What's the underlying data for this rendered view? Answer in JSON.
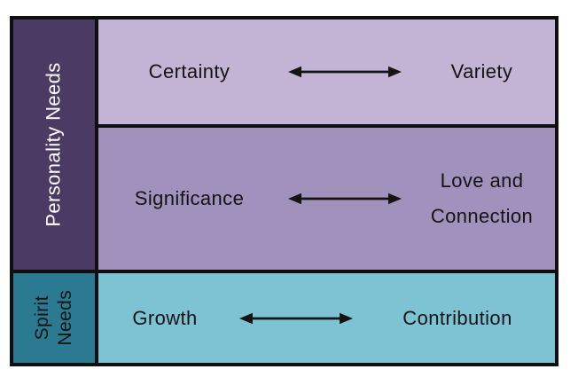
{
  "title": "Personality and Spirit Needs diagram",
  "sidebar": {
    "personality_label": "Personality Needs",
    "spirit_lines": [
      "Spirit",
      "Needs"
    ]
  },
  "rows": [
    {
      "left": "Certainty",
      "right": "Variety"
    },
    {
      "left": "Significance",
      "right_line1": "Love and",
      "right_line2": "Connection"
    },
    {
      "left": "Growth",
      "right": "Contribution"
    }
  ],
  "icons": {
    "arrow": "double-arrow-icon"
  },
  "palette": {
    "border": "#0f0f0f",
    "personality_sidebar": "#4a3a64",
    "spirit_sidebar": "#2c7a92",
    "row_certainty": "#c3b4d5",
    "row_significance": "#a191bd",
    "row_growth": "#7ec3d3",
    "text_dark": "#141414",
    "text_light": "#ffffff"
  }
}
